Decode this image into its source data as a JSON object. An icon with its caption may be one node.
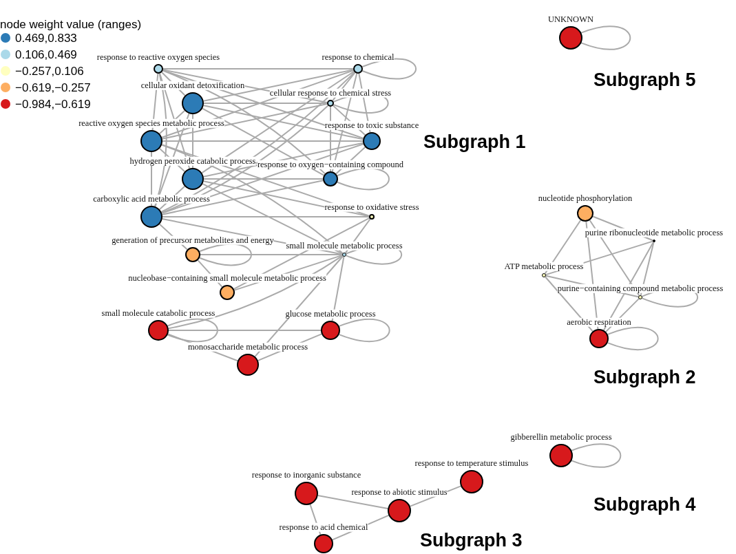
{
  "diagram": {
    "nodes": [
      {
        "text": [],
        "shape": "circle",
        "beside": [
          "response to reactive oxygen species"
        ]
      },
      {
        "text": [],
        "shape": "circle",
        "beside": [
          "response to chemical"
        ]
      },
      {
        "text": [],
        "shape": "circle",
        "beside": [
          "cellular oxidant detoxification"
        ]
      },
      {
        "text": [],
        "shape": "circle",
        "beside": [
          "cellular response to chemical stress"
        ]
      },
      {
        "text": [],
        "shape": "circle",
        "beside": [
          "reactive oxygen species metabolic process"
        ]
      },
      {
        "text": [],
        "shape": "circle",
        "beside": [
          "response to toxic substance"
        ]
      },
      {
        "text": [],
        "shape": "circle",
        "beside": [
          "response to oxygen−containing compound"
        ]
      },
      {
        "text": [],
        "shape": "circle",
        "beside": [
          "hydrogen peroxide catabolic process"
        ]
      },
      {
        "text": [],
        "shape": "circle",
        "beside": [
          "carboxylic acid metabolic process"
        ]
      },
      {
        "text": [],
        "shape": "circle",
        "beside": [
          "response to oxidative stress"
        ]
      },
      {
        "text": [],
        "shape": "circle",
        "beside": [
          "generation of precursor metabolites and energy"
        ]
      },
      {
        "text": [],
        "shape": "circle",
        "beside": [
          "nucleobase−containing small molecule metabolic process"
        ]
      },
      {
        "text": [],
        "shape": "circle",
        "beside": [
          "small molecule metabolic process"
        ]
      },
      {
        "text": [],
        "shape": "circle",
        "beside": [
          "small molecule catabolic process"
        ]
      },
      {
        "text": [],
        "shape": "circle",
        "beside": [
          "glucose metabolic process"
        ]
      },
      {
        "text": [],
        "shape": "circle",
        "beside": [
          "monosaccharide metabolic process"
        ]
      },
      {
        "text": [],
        "shape": "circle",
        "beside": [
          "nucleotide phosphorylation"
        ]
      },
      {
        "text": [],
        "shape": "circle",
        "beside": [
          "purine ribonucleotide metabolic process"
        ]
      },
      {
        "text": [],
        "shape": "circle",
        "beside": [
          "ATP metabolic process"
        ]
      },
      {
        "text": [],
        "shape": "circle",
        "beside": [
          "purine−containing compound metabolic process"
        ]
      },
      {
        "text": [],
        "shape": "circle",
        "beside": [
          "aerobic respiration"
        ]
      },
      {
        "text": [],
        "shape": "circle",
        "beside": [
          "response to temperature stimulus"
        ]
      },
      {
        "text": [],
        "shape": "circle",
        "beside": [
          "response to inorganic substance"
        ]
      },
      {
        "text": [],
        "shape": "circle",
        "beside": [
          "response to abiotic stimulus"
        ]
      },
      {
        "text": [],
        "shape": "circle",
        "beside": [
          "response to acid chemical"
        ]
      },
      {
        "text": [],
        "shape": "circle",
        "beside": [
          "gibberellin metabolic process"
        ]
      },
      {
        "text": [],
        "shape": "circle",
        "beside": [
          "UNKNOWN"
        ]
      }
    ],
    "edges": [
      {
        "from": 0,
        "to": 1,
        "arrow": "none"
      },
      {
        "from": 0,
        "to": 2,
        "arrow": "none"
      },
      {
        "from": 0,
        "to": 3,
        "arrow": "none"
      },
      {
        "from": 0,
        "to": 4,
        "arrow": "none"
      },
      {
        "from": 0,
        "to": 5,
        "arrow": "none"
      },
      {
        "from": 0,
        "to": 6,
        "arrow": "none"
      },
      {
        "from": 0,
        "to": 7,
        "arrow": "none"
      },
      {
        "from": 0,
        "to": 8,
        "arrow": "none"
      },
      {
        "from": 1,
        "to": 2,
        "arrow": "none"
      },
      {
        "from": 1,
        "to": 3,
        "arrow": "none"
      },
      {
        "from": 1,
        "to": 4,
        "arrow": "none"
      },
      {
        "from": 1,
        "to": 5,
        "arrow": "none"
      },
      {
        "from": 1,
        "to": 6,
        "arrow": "none"
      },
      {
        "from": 1,
        "to": 7,
        "arrow": "none"
      },
      {
        "from": 1,
        "to": 8,
        "arrow": "none"
      },
      {
        "from": 1,
        "to": 1,
        "arrow": "none"
      },
      {
        "from": 2,
        "to": 3,
        "arrow": "none"
      },
      {
        "from": 2,
        "to": 4,
        "arrow": "none"
      },
      {
        "from": 2,
        "to": 5,
        "arrow": "none"
      },
      {
        "from": 2,
        "to": 6,
        "arrow": "none"
      },
      {
        "from": 2,
        "to": 7,
        "arrow": "none"
      },
      {
        "from": 2,
        "to": 8,
        "arrow": "none"
      },
      {
        "from": 3,
        "to": 4,
        "arrow": "none"
      },
      {
        "from": 3,
        "to": 5,
        "arrow": "none"
      },
      {
        "from": 3,
        "to": 6,
        "arrow": "none"
      },
      {
        "from": 3,
        "to": 8,
        "arrow": "none"
      },
      {
        "from": 3,
        "to": 3,
        "arrow": "none"
      },
      {
        "from": 4,
        "to": 5,
        "arrow": "none"
      },
      {
        "from": 4,
        "to": 7,
        "arrow": "none"
      },
      {
        "from": 4,
        "to": 8,
        "arrow": "none"
      },
      {
        "from": 4,
        "to": 9,
        "arrow": "none"
      },
      {
        "from": 4,
        "to": 12,
        "arrow": "none"
      },
      {
        "from": 5,
        "to": 6,
        "arrow": "none"
      },
      {
        "from": 5,
        "to": 7,
        "arrow": "none"
      },
      {
        "from": 5,
        "to": 8,
        "arrow": "none"
      },
      {
        "from": 6,
        "to": 7,
        "arrow": "none"
      },
      {
        "from": 6,
        "to": 8,
        "arrow": "none"
      },
      {
        "from": 6,
        "to": 6,
        "arrow": "none"
      },
      {
        "from": 7,
        "to": 8,
        "arrow": "none"
      },
      {
        "from": 7,
        "to": 9,
        "arrow": "none"
      },
      {
        "from": 7,
        "to": 12,
        "arrow": "none"
      },
      {
        "from": 8,
        "to": 9,
        "arrow": "none"
      },
      {
        "from": 8,
        "to": 10,
        "arrow": "none"
      },
      {
        "from": 8,
        "to": 12,
        "arrow": "none"
      },
      {
        "from": 9,
        "to": 11,
        "arrow": "none"
      },
      {
        "from": 9,
        "to": 12,
        "arrow": "none"
      },
      {
        "from": 10,
        "to": 11,
        "arrow": "none"
      },
      {
        "from": 10,
        "to": 12,
        "arrow": "none"
      },
      {
        "from": 10,
        "to": 10,
        "arrow": "none"
      },
      {
        "from": 11,
        "to": 12,
        "arrow": "none"
      },
      {
        "from": 12,
        "to": 12,
        "arrow": "none"
      },
      {
        "from": 12,
        "to": 13,
        "arrow": "none"
      },
      {
        "from": 12,
        "to": 14,
        "arrow": "none"
      },
      {
        "from": 12,
        "to": 15,
        "arrow": "none"
      },
      {
        "from": 13,
        "to": 14,
        "arrow": "none"
      },
      {
        "from": 13,
        "to": 15,
        "arrow": "none"
      },
      {
        "from": 13,
        "to": 13,
        "arrow": "none"
      },
      {
        "from": 14,
        "to": 15,
        "arrow": "none"
      },
      {
        "from": 14,
        "to": 14,
        "arrow": "none"
      },
      {
        "from": 16,
        "to": 17,
        "arrow": "none"
      },
      {
        "from": 16,
        "to": 18,
        "arrow": "none"
      },
      {
        "from": 16,
        "to": 19,
        "arrow": "none"
      },
      {
        "from": 16,
        "to": 20,
        "arrow": "none"
      },
      {
        "from": 17,
        "to": 18,
        "arrow": "none"
      },
      {
        "from": 17,
        "to": 19,
        "arrow": "none"
      },
      {
        "from": 17,
        "to": 20,
        "arrow": "none"
      },
      {
        "from": 18,
        "to": 19,
        "arrow": "none"
      },
      {
        "from": 18,
        "to": 20,
        "arrow": "none"
      },
      {
        "from": 19,
        "to": 20,
        "arrow": "none"
      },
      {
        "from": 19,
        "to": 19,
        "arrow": "none"
      },
      {
        "from": 20,
        "to": 20,
        "arrow": "none"
      },
      {
        "from": 22,
        "to": 23,
        "arrow": "none"
      },
      {
        "from": 23,
        "to": 21,
        "arrow": "none"
      },
      {
        "from": 22,
        "to": 24,
        "arrow": "none"
      },
      {
        "from": 24,
        "to": 23,
        "arrow": "none"
      },
      {
        "from": 25,
        "to": 25,
        "arrow": "none"
      },
      {
        "from": 26,
        "to": 26,
        "arrow": "none"
      }
    ],
    "labels": [
      "node weight value (ranges)",
      "Subgraph 5",
      "Subgraph 1",
      "Subgraph 2",
      "Subgraph 4",
      "Subgraph 3"
    ],
    "legend": [
      {
        "text": "0.469,0.833",
        "color": "#2c7bb6"
      },
      {
        "text": "0.106,0.469",
        "color": "#abd9e9"
      },
      {
        "text": "−0.257,0.106",
        "color": "#ffffbf"
      },
      {
        "text": "−0.619,−0.257",
        "color": "#fdae61"
      },
      {
        "text": "−0.984,−0.619",
        "color": "#d7191c"
      }
    ]
  }
}
